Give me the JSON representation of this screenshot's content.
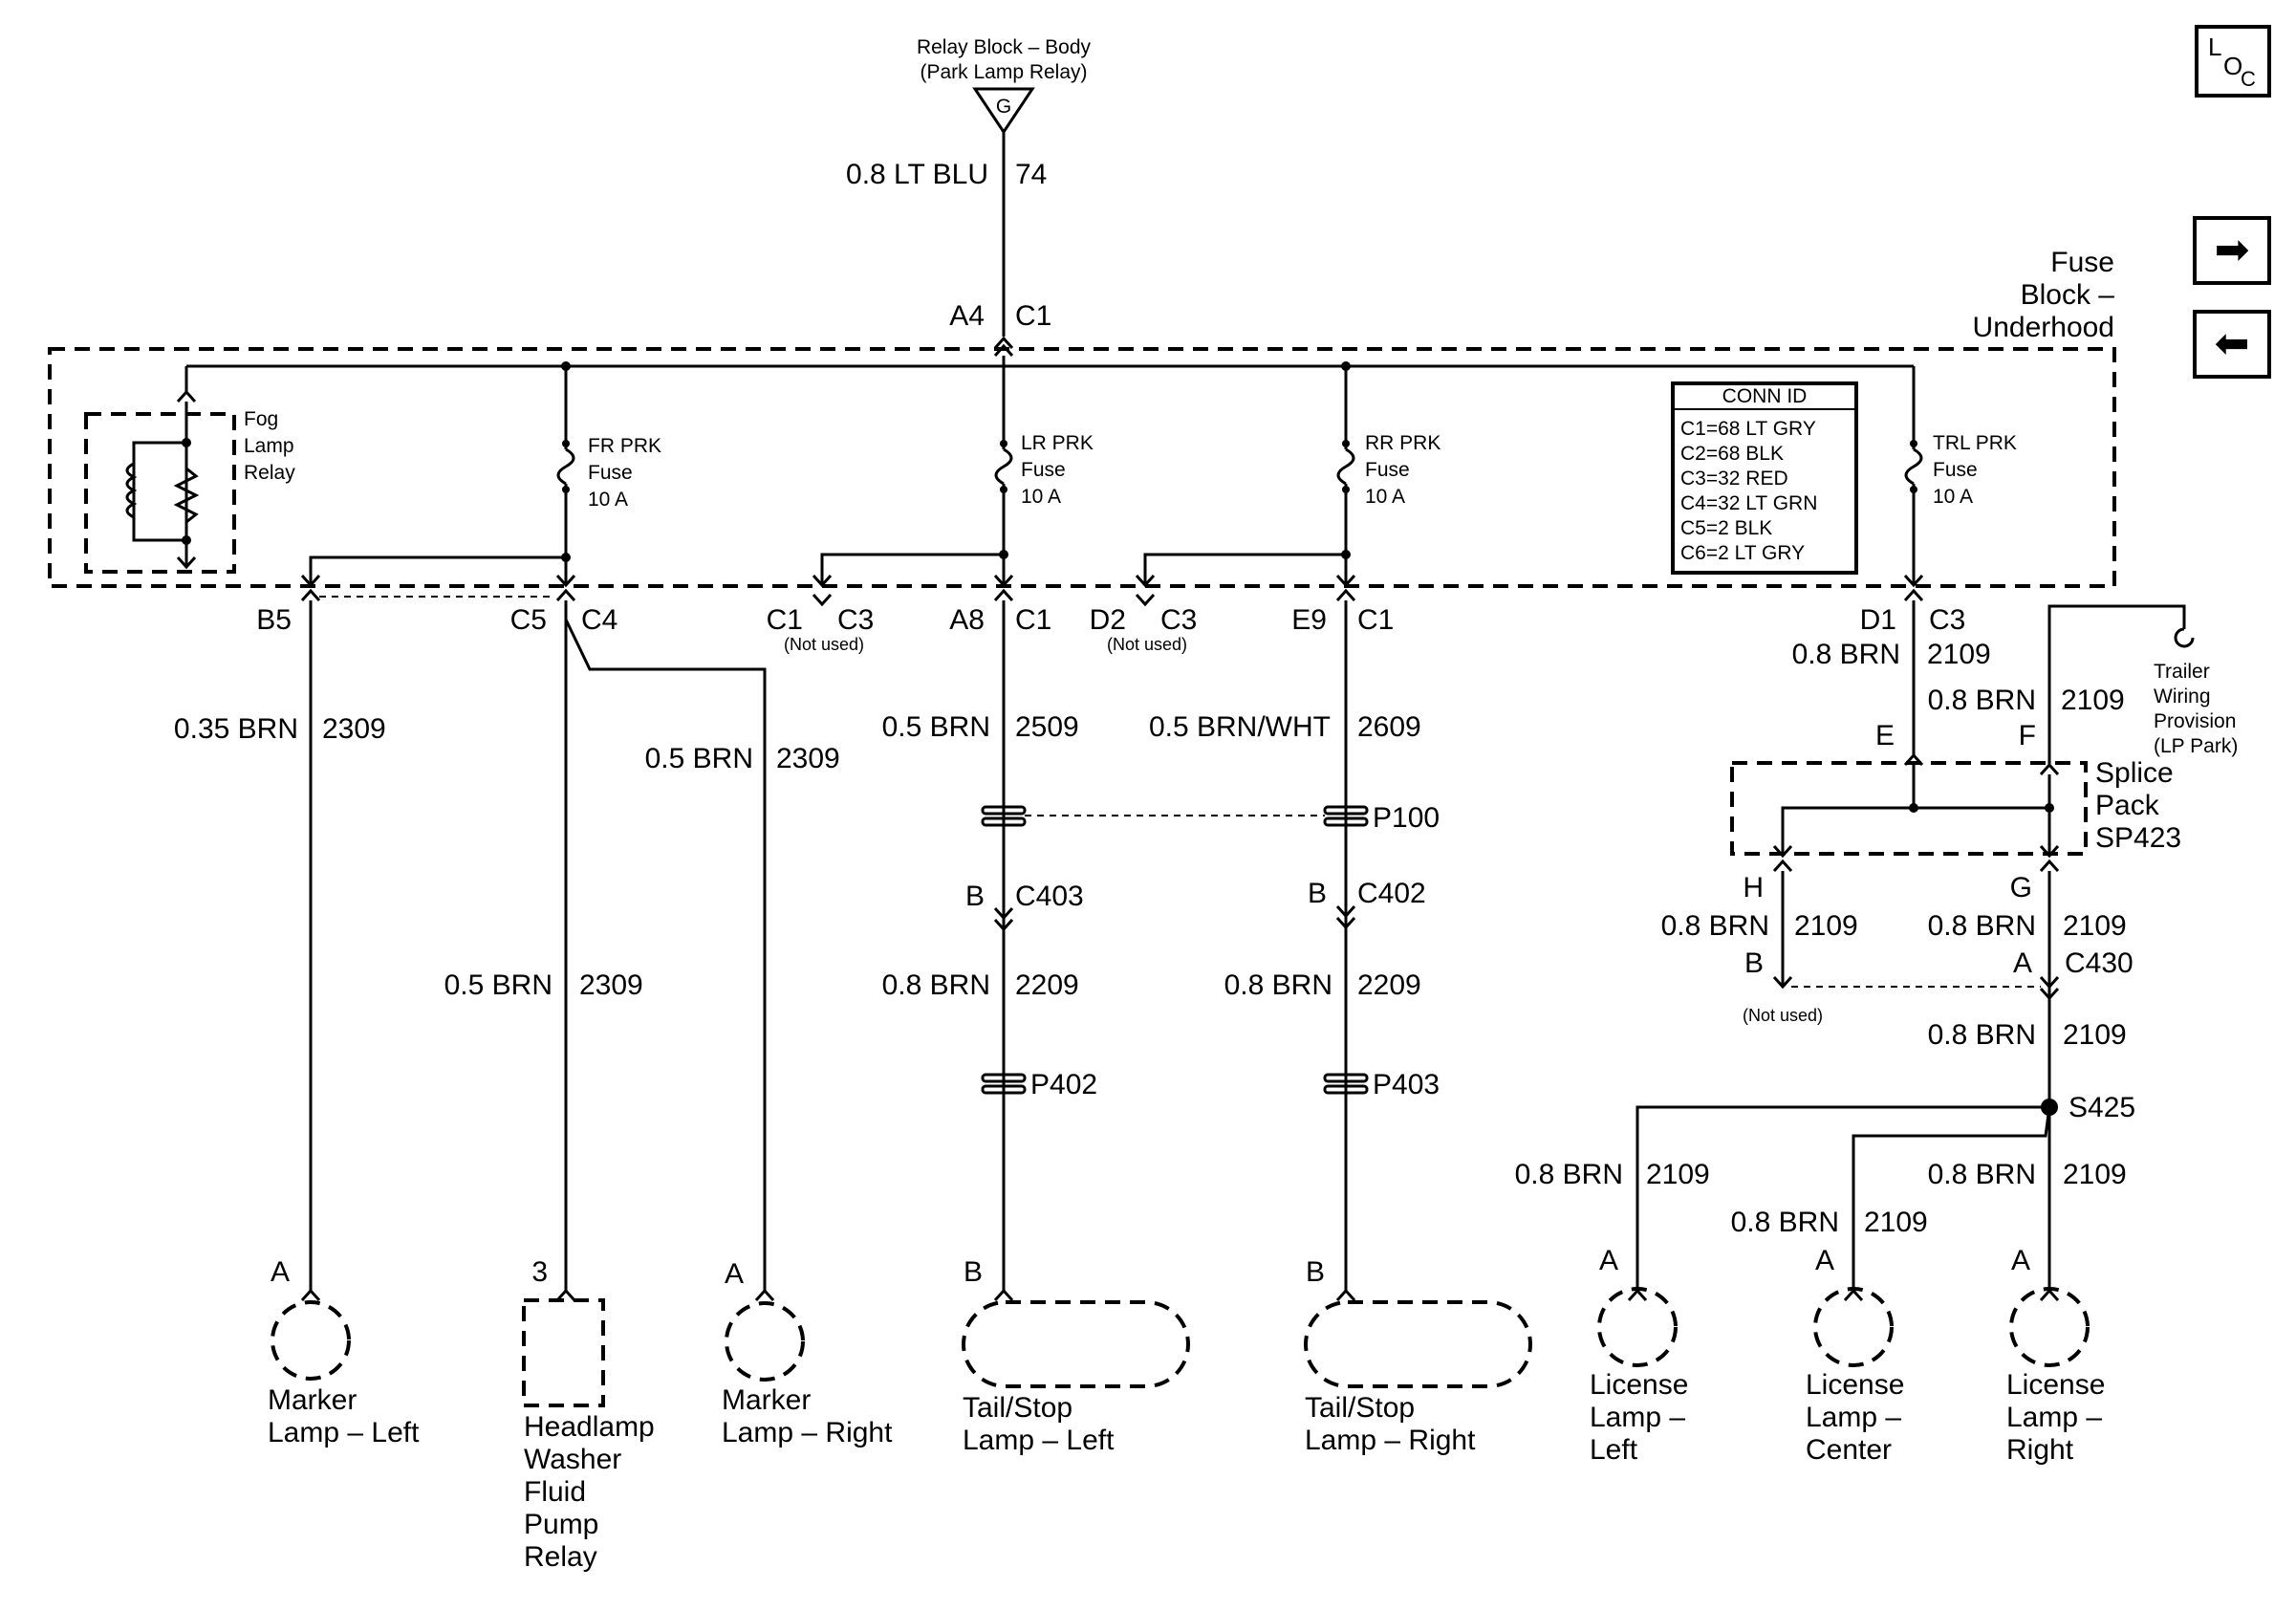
{
  "source": {
    "title_line1": "Relay Block – Body",
    "title_line2": "(Park Lamp Relay)",
    "pin": "G"
  },
  "top_wire": {
    "gauge": "0.8 LT BLU",
    "circuit": "74"
  },
  "fuse_block": {
    "name_line1": "Fuse",
    "name_line2": "Block –",
    "name_line3": "Underhood",
    "input_pin": "A4",
    "input_conn": "C1",
    "fog_relay": {
      "line1": "Fog",
      "line2": "Lamp",
      "line3": "Relay"
    },
    "fuses": {
      "fr": {
        "line1": "FR PRK",
        "line2": "Fuse",
        "line3": "10 A"
      },
      "lr": {
        "line1": "LR PRK",
        "line2": "Fuse",
        "line3": "10 A"
      },
      "rr": {
        "line1": "RR PRK",
        "line2": "Fuse",
        "line3": "10 A"
      },
      "trl": {
        "line1": "TRL PRK",
        "line2": "Fuse",
        "line3": "10 A"
      }
    },
    "conn_id": {
      "title": "CONN ID",
      "rows": [
        "C1=68 LT GRY",
        "C2=68 BLK",
        "C3=32 RED",
        "C4=32 LT GRN",
        "C5=2 BLK",
        "C6=2 LT GRY"
      ]
    }
  },
  "pins": {
    "b5": "B5",
    "c5": "C5",
    "c4": "C4",
    "c1a": "C1",
    "c3a": "C3",
    "not_used_a": "(Not used)",
    "a8": "A8",
    "c1b": "C1",
    "d2": "D2",
    "c3b": "C3",
    "not_used_b": "(Not used)",
    "e9": "E9",
    "c1c": "C1",
    "d1": "D1",
    "c3c": "C3"
  },
  "wires": {
    "w1": {
      "gauge": "0.35 BRN",
      "circuit": "2309"
    },
    "w2": {
      "gauge": "0.5 BRN",
      "circuit": "2309"
    },
    "w3": {
      "gauge": "0.5 BRN",
      "circuit": "2309"
    },
    "w4": {
      "gauge": "0.5 BRN",
      "circuit": "2509"
    },
    "w5": {
      "gauge": "0.5 BRN/WHT",
      "circuit": "2609"
    },
    "w6": {
      "gauge": "0.8 BRN",
      "circuit": "2209"
    },
    "w7": {
      "gauge": "0.8 BRN",
      "circuit": "2209"
    },
    "trl_out": {
      "gauge": "0.8 BRN",
      "circuit": "2109"
    },
    "trl_feed": {
      "gauge": "0.8 BRN",
      "circuit": "2109"
    },
    "h_out": {
      "gauge": "0.8 BRN",
      "circuit": "2109"
    },
    "g_out": {
      "gauge": "0.8 BRN",
      "circuit": "2109"
    },
    "c430_out": {
      "gauge": "0.8 BRN",
      "circuit": "2109"
    },
    "lic_left": {
      "gauge": "0.8 BRN",
      "circuit": "2109"
    },
    "lic_center": {
      "gauge": "0.8 BRN",
      "circuit": "2109"
    },
    "lic_right": {
      "gauge": "0.8 BRN",
      "circuit": "2109"
    }
  },
  "passthroughs": {
    "p100": "P100",
    "p402": "P402",
    "p403": "P403"
  },
  "connectors": {
    "c403": {
      "pin": "B",
      "name": "C403"
    },
    "c402": {
      "pin": "B",
      "name": "C402"
    },
    "c430": {
      "pin_b": "B",
      "pin_a": "A",
      "name": "C430",
      "not_used": "(Not used)"
    }
  },
  "trailer": {
    "line1": "Trailer",
    "line2": "Wiring",
    "line3": "Provision",
    "line4": "(LP Park)"
  },
  "splice_pack": {
    "line1": "Splice",
    "line2": "Pack",
    "line3": "SP423",
    "pin_e": "E",
    "pin_f": "F",
    "pin_h": "H",
    "pin_g": "G"
  },
  "splice": {
    "name": "S425"
  },
  "loads": {
    "marker_left": {
      "pin": "A",
      "line1": "Marker",
      "line2": "Lamp – Left"
    },
    "washer": {
      "pin": "3",
      "line1": "Headlamp",
      "line2": "Washer",
      "line3": "Fluid",
      "line4": "Pump",
      "line5": "Relay"
    },
    "marker_right": {
      "pin": "A",
      "line1": "Marker",
      "line2": "Lamp – Right"
    },
    "tail_left": {
      "pin": "B",
      "line1": "Tail/Stop",
      "line2": "Lamp – Left"
    },
    "tail_right": {
      "pin": "B",
      "line1": "Tail/Stop",
      "line2": "Lamp – Right"
    },
    "lic_left": {
      "pin": "A",
      "line1": "License",
      "line2": "Lamp –",
      "line3": "Left"
    },
    "lic_center": {
      "pin": "A",
      "line1": "License",
      "line2": "Lamp –",
      "line3": "Center"
    },
    "lic_right": {
      "pin": "A",
      "line1": "License",
      "line2": "Lamp –",
      "line3": "Right"
    }
  },
  "nav": {
    "loc_l": "L",
    "loc_o": "O",
    "loc_c": "C",
    "next_glyph": "➡",
    "prev_glyph": "⬅"
  }
}
